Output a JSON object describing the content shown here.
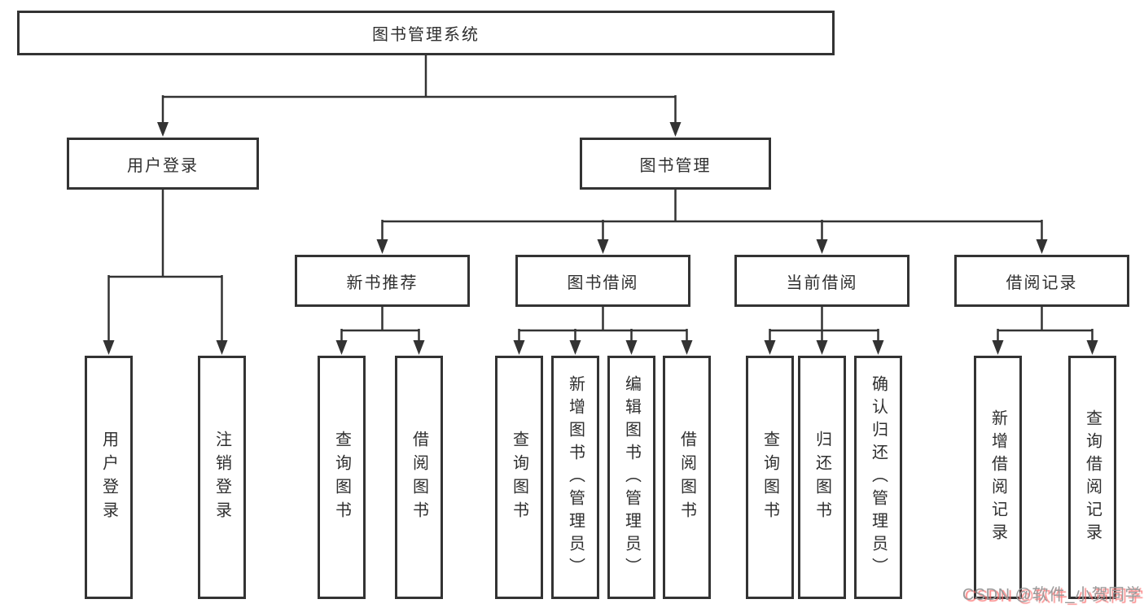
{
  "tree": {
    "root": "图书管理系统",
    "children": [
      {
        "label": "用户登录",
        "children": [
          "用户登录",
          "注销登录"
        ]
      },
      {
        "label": "图书管理",
        "children": [
          {
            "label": "新书推荐",
            "children": [
              "查询图书",
              "借阅图书"
            ]
          },
          {
            "label": "图书借阅",
            "children": [
              "查询图书",
              "新增图书（管理员）",
              "编辑图书（管理员）",
              "借阅图书"
            ]
          },
          {
            "label": "当前借阅",
            "children": [
              "查询图书",
              "归还图书",
              "确认归还（管理员）"
            ]
          },
          {
            "label": "借阅记录",
            "children": [
              "新增借阅记录",
              "查询借阅记录"
            ]
          }
        ]
      }
    ]
  },
  "watermark": {
    "text": "CSDN @软件_小贺同学"
  },
  "colors": {
    "line": "#333333",
    "box_border": "#333333",
    "box_background": "#ffffff",
    "text": "#2f2f2f",
    "background": "#ffffff",
    "watermark_text": "#9a9a9a",
    "watermark_shadow": "#fa6e6e"
  }
}
